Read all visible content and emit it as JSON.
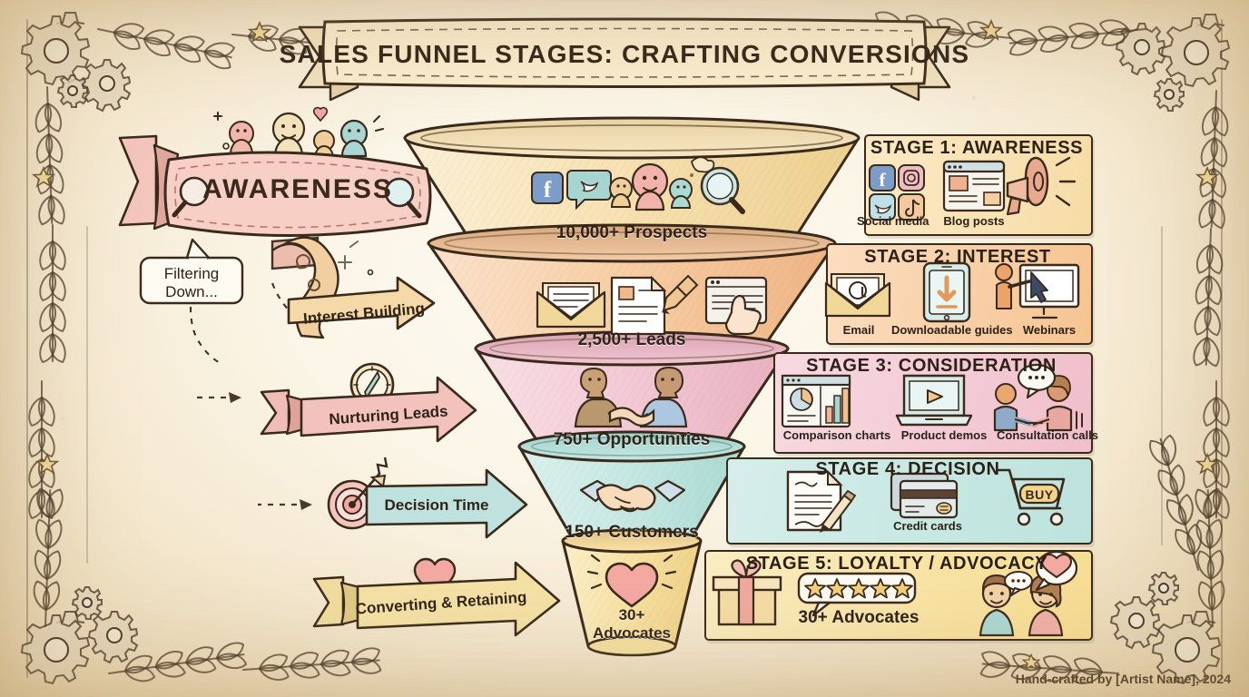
{
  "meta": {
    "title": "SALES FUNNEL STAGES: CRAFTING CONVERSIONS",
    "credit": "Hand-crafted by [Artist Name], 2024",
    "palette": {
      "paper": "#f7efdc",
      "ink": "#3a2a1c",
      "stage1": "#f8e2b4",
      "stage2": "#f8cfa6",
      "stage3": "#f3cbd6",
      "stage4": "#c7e8e3",
      "stage5": "#f9e4a6"
    }
  },
  "banner": {
    "label": "AWARENESS",
    "left_icon": "magnifier-icon",
    "right_icon": "magnifier-icon"
  },
  "callout": {
    "text": "Filtering Down..."
  },
  "flow_arrows": [
    {
      "label": "Interest Building",
      "icon": "swirl-icon",
      "color": "#f3d7a4"
    },
    {
      "label": "Nurturing Leads",
      "icon": "compass-icon",
      "color": "#f0bdbd"
    },
    {
      "label": "Decision Time",
      "icon": "target-icon",
      "color": "#bfe3df"
    },
    {
      "label": "Converting & Retaining",
      "icon": "heart-icon",
      "color": "#f3dd9c"
    }
  ],
  "funnel": {
    "tiers": [
      {
        "count": "10,000+ Prospects",
        "color": "#f8e2b4",
        "icons": [
          "facebook-icon",
          "twitter-icon",
          "person-icon",
          "person-icon",
          "person-icon",
          "magnifier-icon"
        ]
      },
      {
        "count": "2,500+ Leads",
        "color": "#f8cfa6",
        "icons": [
          "envelope-icon",
          "document-pencil-icon",
          "click-page-icon"
        ]
      },
      {
        "count": "750+ Opportunities",
        "color": "#f3cbd6",
        "icons": [
          "handshake-people-icon"
        ]
      },
      {
        "count": "150+ Customers",
        "color": "#c7e8e3",
        "icons": [
          "handshake-icon"
        ]
      },
      {
        "count": "30+\nAdvocates",
        "count_line1": "30+",
        "count_line2": "Advocates",
        "color": "#f9e4a6",
        "icons": [
          "heart-icon"
        ]
      }
    ]
  },
  "stages": [
    {
      "title": "STAGE 1: AWARENESS",
      "tone": "p1",
      "items": [
        {
          "label": "Social media",
          "icon": "social-grid-icon"
        },
        {
          "label": "Blog posts",
          "icon": "browser-window-icon"
        },
        {
          "label": "",
          "icon": "megaphone-icon"
        }
      ]
    },
    {
      "title": "STAGE 2: INTEREST",
      "tone": "p2",
      "items": [
        {
          "label": "Email",
          "icon": "envelope-at-icon"
        },
        {
          "label": "Downloadable guides",
          "icon": "tablet-download-icon"
        },
        {
          "label": "Webinars",
          "icon": "presenter-screen-icon"
        }
      ]
    },
    {
      "title": "STAGE 3: CONSIDERATION",
      "tone": "p3",
      "items": [
        {
          "label": "Comparison charts",
          "icon": "chart-window-icon"
        },
        {
          "label": "Product demos",
          "icon": "laptop-play-icon"
        },
        {
          "label": "Consultation calls",
          "icon": "two-people-talk-icon"
        }
      ]
    },
    {
      "title": "STAGE 4: DECISION",
      "tone": "p4",
      "items": [
        {
          "label": "",
          "icon": "signed-contract-icon"
        },
        {
          "label": "Credit cards",
          "icon": "credit-cards-icon"
        },
        {
          "label": "BUY",
          "icon": "shopping-cart-icon"
        }
      ]
    },
    {
      "title": "STAGE 5: LOYALTY / ADVOCACY",
      "tone": "p5",
      "items": [
        {
          "label": "",
          "icon": "gift-box-icon"
        },
        {
          "label": "30+ Advocates",
          "icon": "five-stars-icon"
        },
        {
          "label": "",
          "icon": "two-people-heart-icon"
        }
      ]
    }
  ],
  "decorations": {
    "corners": [
      "gears-and-leaves",
      "gears-and-leaves",
      "gears-and-leaves",
      "gears-and-leaves"
    ],
    "stars": 6
  }
}
